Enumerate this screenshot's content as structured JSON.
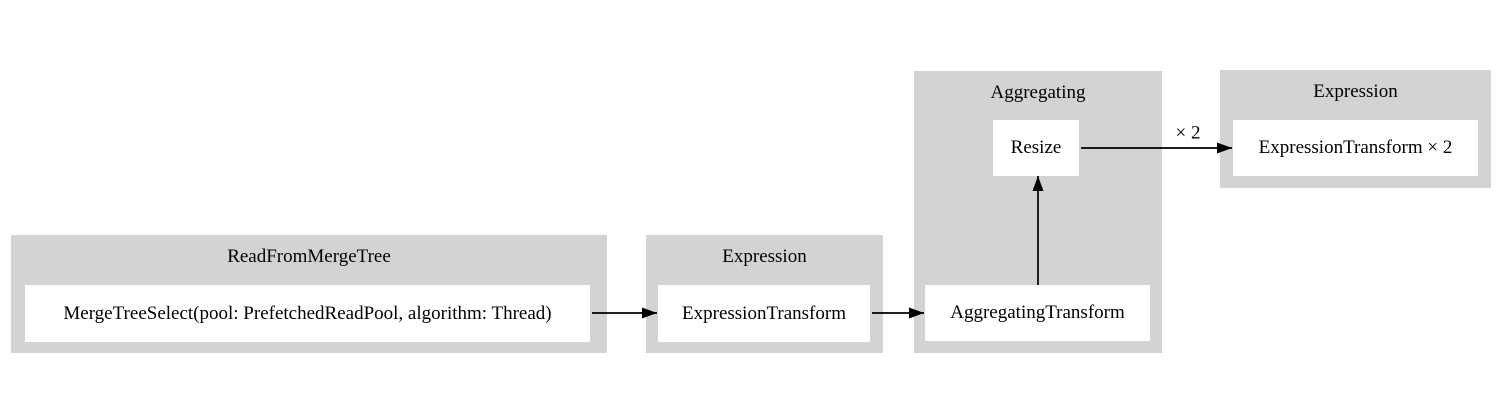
{
  "diagram": {
    "type": "pipeline-graph",
    "background_color": "#ffffff",
    "cluster_fill_color": "#d3d3d3",
    "node_fill_color": "#ffffff",
    "text_color": "#000000",
    "clusters": [
      {
        "label": "ReadFromMergeTree",
        "nodes": [
          {
            "label": "MergeTreeSelect(pool: PrefetchedReadPool, algorithm: Thread)"
          }
        ]
      },
      {
        "label": "Expression",
        "nodes": [
          {
            "label": "ExpressionTransform"
          }
        ]
      },
      {
        "label": "Aggregating",
        "nodes": [
          {
            "label": "Resize"
          },
          {
            "label": "AggregatingTransform"
          }
        ]
      },
      {
        "label": "Expression",
        "nodes": [
          {
            "label": "ExpressionTransform × 2"
          }
        ]
      }
    ],
    "edges": [
      {
        "from": "MergeTreeSelect(pool: PrefetchedReadPool, algorithm: Thread)",
        "to": "ExpressionTransform",
        "label": ""
      },
      {
        "from": "ExpressionTransform",
        "to": "AggregatingTransform",
        "label": ""
      },
      {
        "from": "AggregatingTransform",
        "to": "Resize",
        "label": ""
      },
      {
        "from": "Resize",
        "to": "ExpressionTransform × 2",
        "label": "× 2"
      }
    ]
  }
}
